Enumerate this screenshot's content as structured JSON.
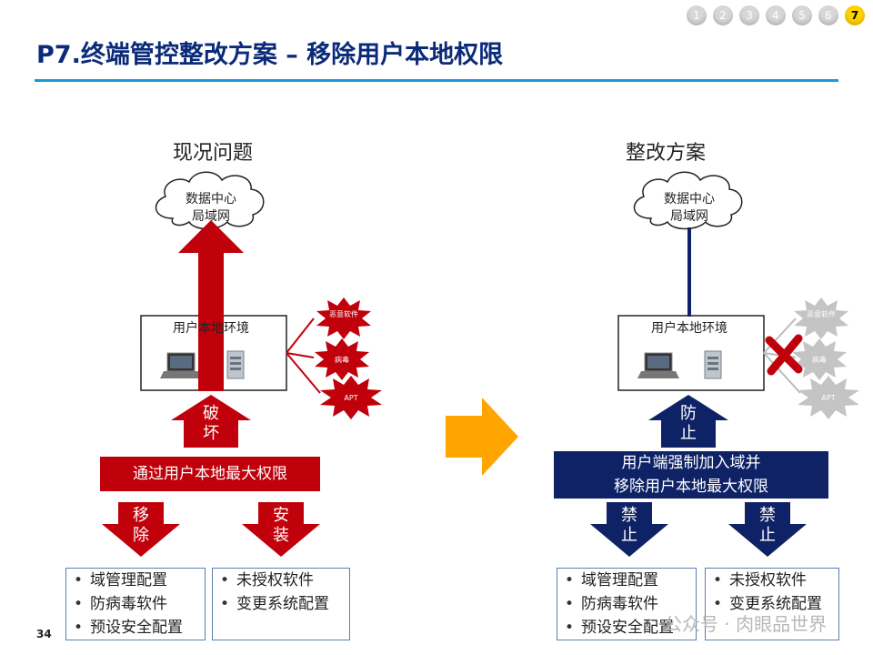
{
  "title": "P7.终端管控整改方案 – 移除用户本地权限",
  "pager": [
    "1",
    "2",
    "3",
    "4",
    "5",
    "6",
    "7"
  ],
  "pager_active": "7",
  "left": {
    "heading": "现况问题",
    "cloud": [
      "数据中心",
      "局域网"
    ],
    "env_label": "用户本地环境",
    "threats": [
      "恶意软件",
      "病毒",
      "APT"
    ],
    "up_arrow": "破坏",
    "bar": "通过用户本地最大权限",
    "down_left": "移除",
    "down_right": "安装",
    "list_left": [
      "域管理配置",
      "防病毒软件",
      "预设安全配置"
    ],
    "list_right": [
      "未授权软件",
      "变更系统配置"
    ]
  },
  "right": {
    "heading": "整改方案",
    "cloud": [
      "数据中心",
      "局域网"
    ],
    "env_label": "用户本地环境",
    "threats": [
      "恶意软件",
      "病毒",
      "APT"
    ],
    "up_arrow": "防止",
    "bar_lines": [
      "用户端强制加入域并",
      "移除用户本地最大权限"
    ],
    "down_left": "禁止",
    "down_right": "禁止",
    "list_left": [
      "域管理配置",
      "防病毒软件",
      "预设安全配置"
    ],
    "list_right": [
      "未授权软件",
      "变更系统配置"
    ]
  },
  "bullet": "•",
  "page_number": "34",
  "watermark": "公众号 · 肉眼品世界",
  "colors": {
    "red": "#c0000a",
    "navy": "#0f2266",
    "title": "#0b2b7a",
    "rule": "#1a9ad6",
    "orange": "#ffa500"
  }
}
